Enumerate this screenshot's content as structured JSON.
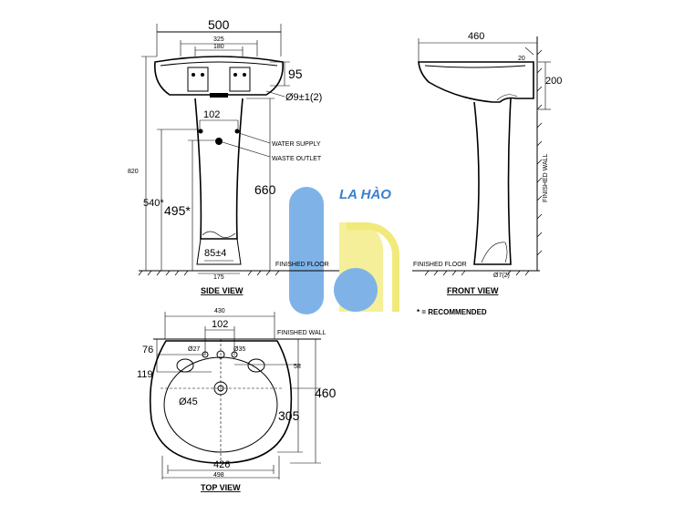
{
  "colors": {
    "watermark_blue": "#7fb3e8",
    "watermark_yellow": "#f5ef9a",
    "watermark_text": "#3a7fd0",
    "line": "#000000"
  },
  "watermark": {
    "text": "LA HÀO"
  },
  "side_view": {
    "title": "SIDE VIEW",
    "width": "500",
    "inner_width_1": "325",
    "inner_width_2": "180",
    "bowl_height": "95",
    "hole": "Ø9±1(2)",
    "pipe_spacing": "102",
    "water_supply": "WATER SUPPLY",
    "waste_outlet": "WASTE OUTLET",
    "total_height": "820",
    "height_660": "660",
    "height_540": "540*",
    "height_495": "495*",
    "base": "85±4",
    "base_width": "175",
    "finished_floor": "FINISHED FLOOR"
  },
  "front_view": {
    "title": "FRONT VIEW",
    "depth": "460",
    "height_200": "200",
    "small_dim": "20",
    "base_dim": "Ø7(2)",
    "finished_wall": "FINISHED WALL",
    "finished_floor": "FINISHED FLOOR"
  },
  "recommended": "* = RECOMMENDED",
  "top_view": {
    "title": "TOP VIEW",
    "width_430": "430",
    "spacing_102": "102",
    "finished_wall": "FINISHED WALL",
    "hole_left": "Ø27",
    "hole_right": "Ø35",
    "dim_76": "76",
    "dim_119": "119",
    "dim_58": "58",
    "drain": "Ø45",
    "depth_460": "460",
    "depth_305": "305",
    "width_426": "426",
    "width_498": "498"
  }
}
